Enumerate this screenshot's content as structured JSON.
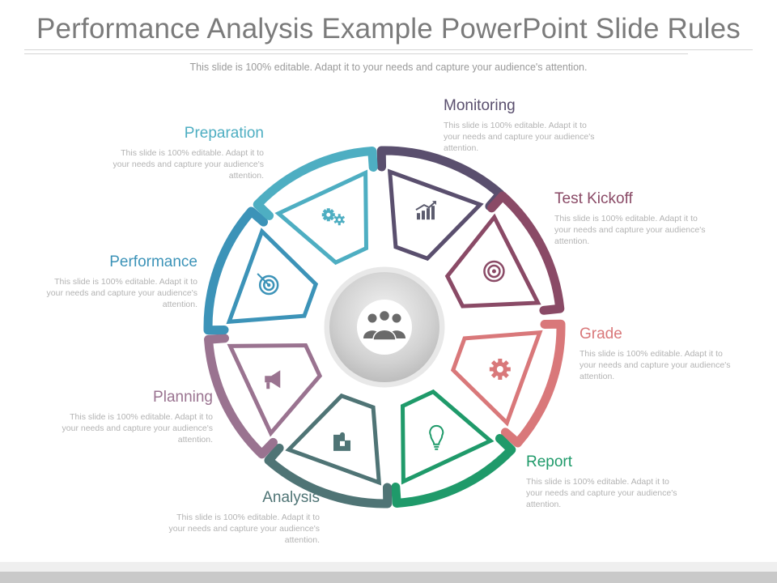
{
  "title": "Performance Analysis Example PowerPoint Slide Rules",
  "subtitle": "This slide is 100% editable. Adapt it to your needs and capture your audience's attention.",
  "center_icon": "people-group-icon",
  "segments": [
    {
      "key": "monitoring",
      "label": "Monitoring",
      "icon": "growth-chart-icon",
      "color": "#5a4f6e",
      "desc": "This slide is 100% editable. Adapt it to your needs and capture your audience's attention."
    },
    {
      "key": "test-kickoff",
      "label": "Test Kickoff",
      "icon": "target-icon",
      "color": "#8a4a66",
      "desc": "This slide is 100% editable. Adapt it to your needs and capture your audience's attention."
    },
    {
      "key": "grade",
      "label": "Grade",
      "icon": "gear-icon",
      "color": "#d9787a",
      "desc": "This slide is 100% editable. Adapt it to your needs and capture your audience's attention."
    },
    {
      "key": "report",
      "label": "Report",
      "icon": "lightbulb-icon",
      "color": "#1f9a6a",
      "desc": "This slide is 100% editable. Adapt it to your needs and capture your audience's attention."
    },
    {
      "key": "analysis",
      "label": "Analysis",
      "icon": "puzzle-icon",
      "color": "#4f7475",
      "desc": "This slide is 100% editable. Adapt it to your needs and capture your audience's attention."
    },
    {
      "key": "planning",
      "label": "Planning",
      "icon": "megaphone-icon",
      "color": "#9a7390",
      "desc": "This slide is 100% editable. Adapt it to your needs and capture your audience's attention."
    },
    {
      "key": "performance",
      "label": "Performance",
      "icon": "target-arrow-icon",
      "color": "#3c93b8",
      "desc": "This slide is 100% editable. Adapt it to your needs and capture your audience's attention."
    },
    {
      "key": "preparation",
      "label": "Preparation",
      "icon": "gears-icon",
      "color": "#4eaec2",
      "desc": "This slide is 100% editable. Adapt it to your needs and capture your audience's attention."
    }
  ]
}
